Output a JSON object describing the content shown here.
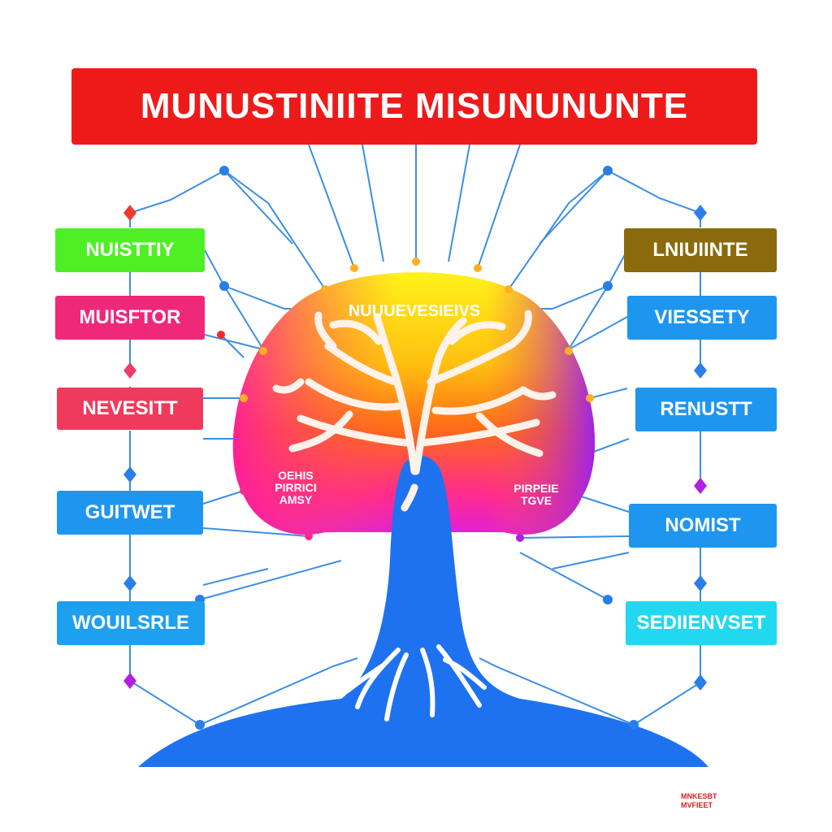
{
  "title": "MUNUSTINIITE MISUNUNUNTE",
  "crown_label": "NUUUEVESIEIVS",
  "left_inner_label": [
    "OEHIS",
    "PIRRICI",
    "AMSY"
  ],
  "right_inner_label": [
    "PIRPEIE",
    "TGVE"
  ],
  "left_nodes": [
    {
      "label": "NUISTTIY",
      "color": "#4ef025"
    },
    {
      "label": "MUISFTOR",
      "color": "#f0287a"
    },
    {
      "label": "NEVESITT",
      "color": "#f03a5c"
    },
    {
      "label": "GUITWET",
      "color": "#1e96f0"
    },
    {
      "label": "WOUILSRLE",
      "color": "#1ea0f0"
    }
  ],
  "right_nodes": [
    {
      "label": "LNIUIINTE",
      "color": "#8a6a0c"
    },
    {
      "label": "VIESSETY",
      "color": "#1e96f0"
    },
    {
      "label": "RENUSTT",
      "color": "#1e96f0"
    },
    {
      "label": "NOMIST",
      "color": "#1e96f0"
    },
    {
      "label": "SEDIIENVSET",
      "color": "#22d8f0"
    }
  ],
  "footer_note": [
    "MNKESBT",
    "MVFIEET"
  ],
  "colors": {
    "title": "#ee1a1a",
    "trunk": "#1e6ef0",
    "connector": "#3a8ee6",
    "crown_top": "#ffee10",
    "crown_mid": "#ff8a10",
    "crown_left": "#ff1aa0",
    "crown_right": "#a020f0"
  }
}
